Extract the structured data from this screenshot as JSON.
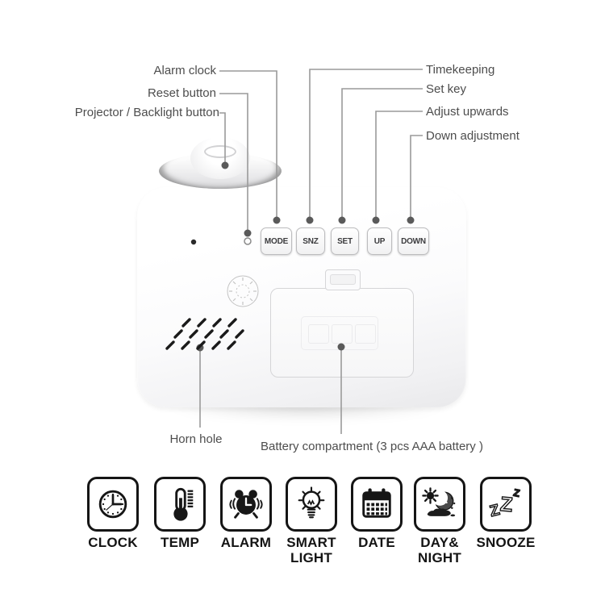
{
  "colors": {
    "annotation_text": "#4d4d4d",
    "leader_line": "#9a9a9a",
    "marker_dot": "#5a5a5a",
    "icon_ink": "#161616",
    "device_body": "#fbfbfc"
  },
  "annotations": {
    "left": [
      {
        "label": "Alarm clock"
      },
      {
        "label": "Reset button"
      },
      {
        "label": "Projector / Backlight button"
      }
    ],
    "right": [
      {
        "label": "Timekeeping"
      },
      {
        "label": "Set key"
      },
      {
        "label": "Adjust upwards"
      },
      {
        "label": "Down adjustment"
      }
    ],
    "bottom": [
      {
        "label": "Horn hole"
      },
      {
        "label": "Battery compartment (3 pcs AAA battery )"
      }
    ]
  },
  "device": {
    "buttons": [
      {
        "label": "MODE"
      },
      {
        "label": "SNZ"
      },
      {
        "label": "SET"
      },
      {
        "label": "UP"
      },
      {
        "label": "DOWN"
      }
    ]
  },
  "features": [
    {
      "icon": "clock-icon",
      "label": "CLOCK"
    },
    {
      "icon": "thermometer-icon",
      "label": "TEMP"
    },
    {
      "icon": "alarm-clock-icon",
      "label": "ALARM"
    },
    {
      "icon": "light-bulb-icon",
      "label": "SMART LIGHT"
    },
    {
      "icon": "calendar-icon",
      "label": "DATE"
    },
    {
      "icon": "sun-moon-icon",
      "label": "DAY& NIGHT"
    },
    {
      "icon": "snooze-zzz-icon",
      "label": "SNOOZE"
    }
  ]
}
